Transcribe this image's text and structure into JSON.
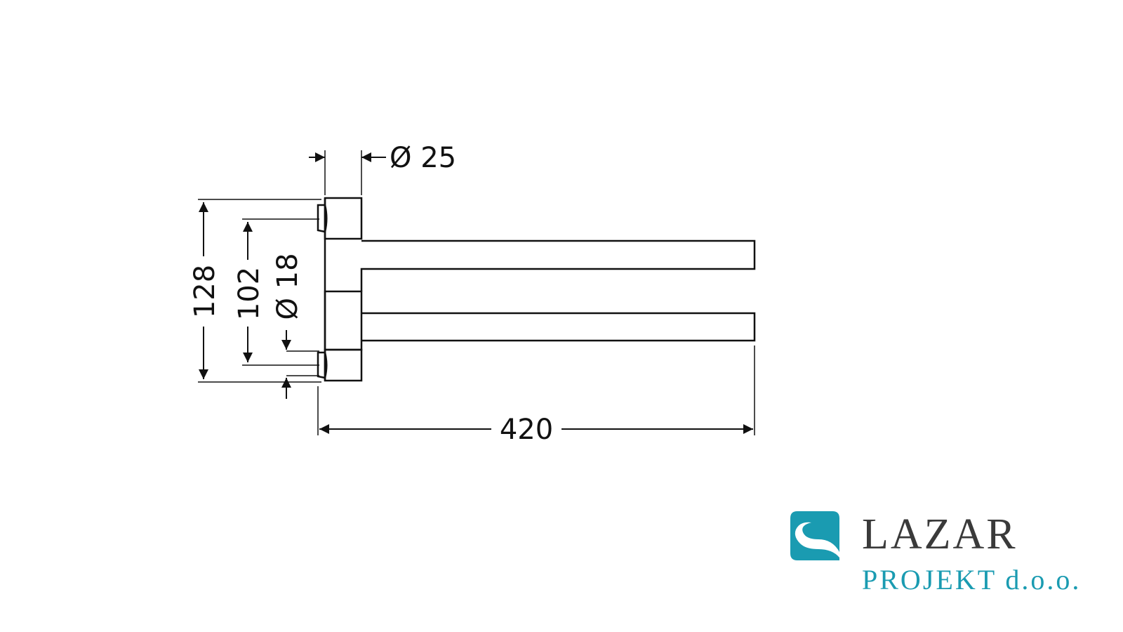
{
  "dimensions": {
    "tube_diameter": "Ø 25",
    "overall_height": "128",
    "bracket_spacing": "102",
    "mount_diameter": "Ø 18",
    "arm_length": "420"
  },
  "brand": {
    "name": "LAZAR",
    "subtitle": "PROJEKT d.o.o.",
    "accent_color": "#1a9bb1",
    "text_color": "#3a3a3a"
  }
}
